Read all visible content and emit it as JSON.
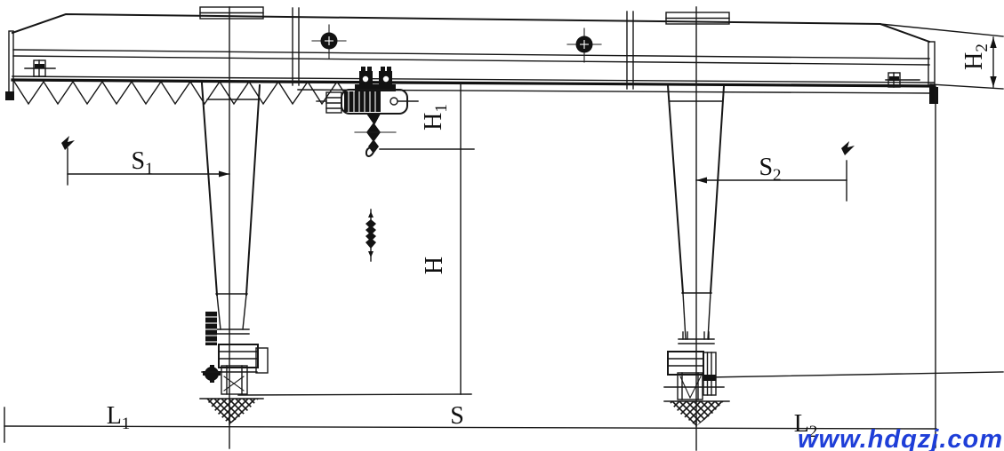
{
  "figure": {
    "kind": "single-girder gantry crane outline drawing"
  },
  "dims": {
    "s1": {
      "base": "S",
      "sub": "1"
    },
    "s2": {
      "base": "S",
      "sub": "2"
    },
    "h1": {
      "base": "H",
      "sub": "1"
    },
    "h": {
      "base": "H",
      "sub": ""
    },
    "h2": {
      "base": "H",
      "sub": "2"
    },
    "l1": {
      "base": "L",
      "sub": "1"
    },
    "s": {
      "base": "S",
      "sub": ""
    },
    "l2": {
      "base": "L",
      "sub": "2"
    }
  },
  "watermark": {
    "text": "www.hdqzj.com",
    "color": "#1e3ed8"
  },
  "colors": {
    "line": "#161616",
    "background": "#ffffff",
    "watermark": "#1e3ed8"
  }
}
